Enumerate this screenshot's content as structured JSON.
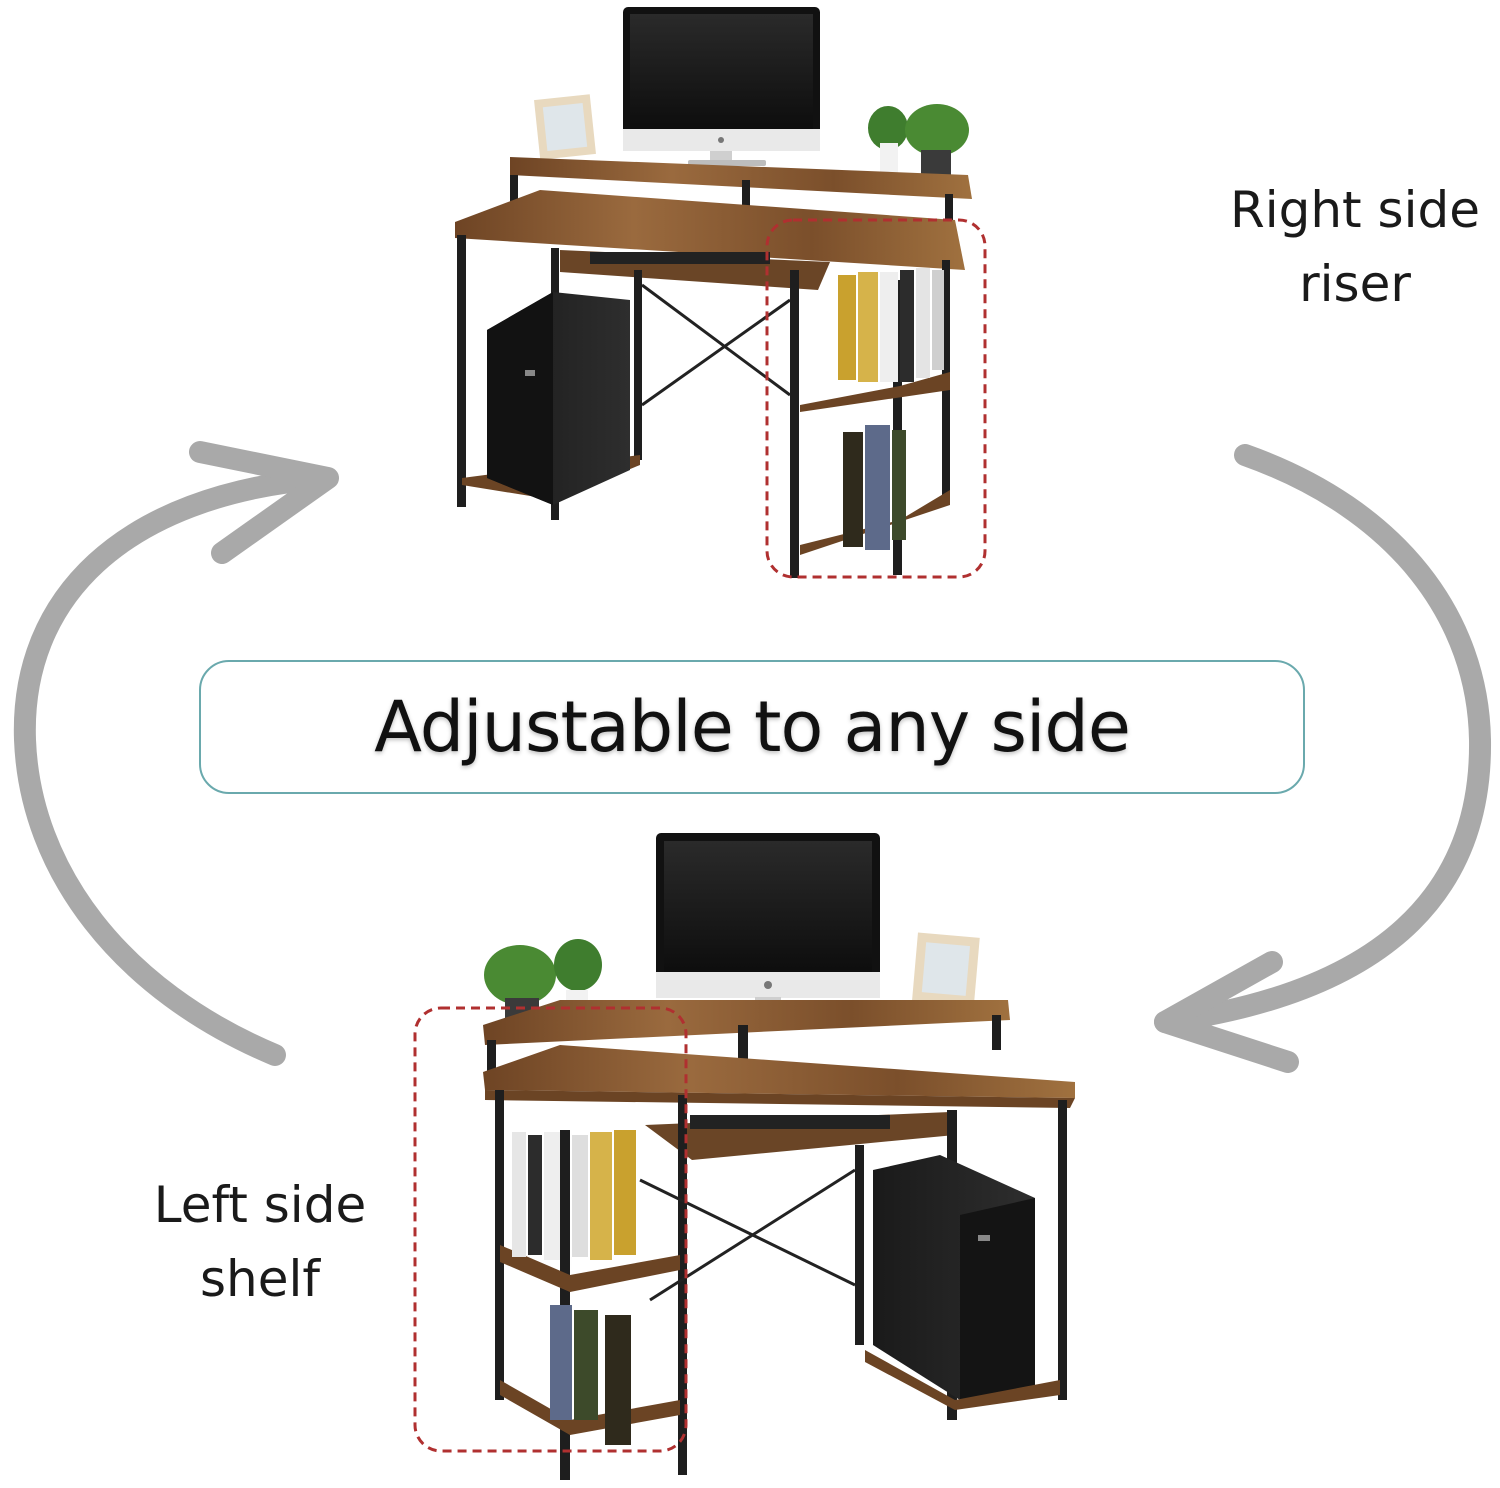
{
  "banner": {
    "text": "Adjustable to any side"
  },
  "top_configuration": {
    "label_lines": [
      "Right side",
      "riser"
    ]
  },
  "bottom_configuration": {
    "label_lines": [
      "Left side",
      "shelf"
    ]
  },
  "colors": {
    "arrow": "#a9a9a9",
    "highlight_dash": "#b03030",
    "banner_border": "#6aa9ad",
    "wood": "#8a5a32",
    "metal_frame": "#1e1e1e"
  },
  "icons": [
    "apple-logo-icon"
  ]
}
